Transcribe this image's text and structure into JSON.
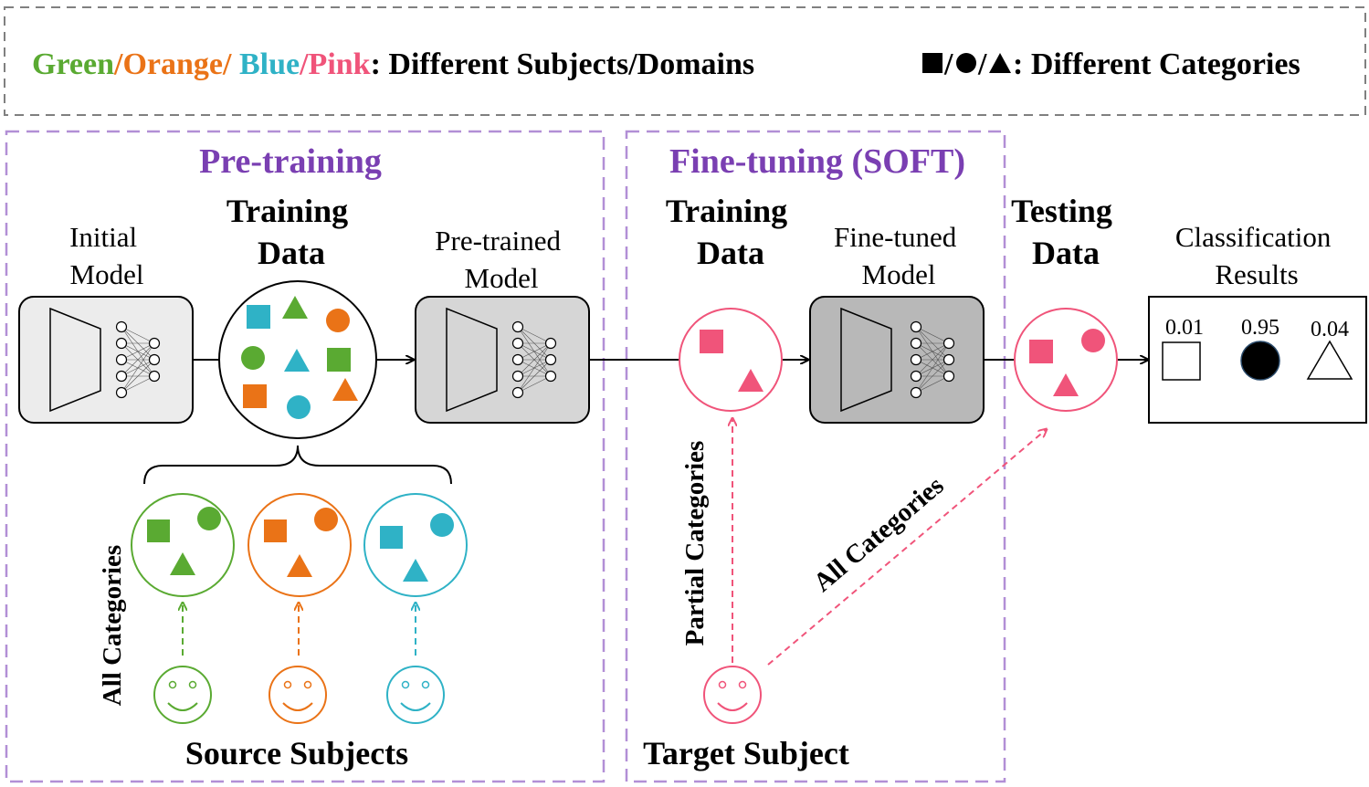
{
  "legend": {
    "green": "Green",
    "slash1": "/",
    "orange": "Orange",
    "slash2": "/ ",
    "blue": "Blue",
    "slash3": "/",
    "pink": "Pink",
    "subjects_text": ": Different Subjects/Domains",
    "shapes_sep1": "/",
    "shapes_sep2": "/",
    "categories_text": ": Different Categories"
  },
  "pretraining": {
    "title": "Pre-training",
    "initial_model": [
      "Initial",
      "Model"
    ],
    "training_data": [
      "Training",
      "Data"
    ],
    "pretrained_model": [
      "Pre-trained",
      "Model"
    ],
    "all_categories": "All Categories",
    "source_subjects": "Source Subjects"
  },
  "finetuning": {
    "title": "Fine-tuning (SOFT)",
    "training_data": [
      "Training",
      "Data"
    ],
    "finetuned_model": [
      "Fine-tuned",
      "Model"
    ],
    "partial_categories": "Partial Categories",
    "all_categories": "All Categories",
    "target_subject": "Target Subject"
  },
  "testing": {
    "testing_data": [
      "Testing",
      "Data"
    ],
    "classification_results": [
      "Classification",
      "Results"
    ],
    "scores": [
      "0.01",
      "0.95",
      "0.04"
    ]
  },
  "colors": {
    "green": "#5aaa32",
    "orange": "#ea7317",
    "blue": "#2fb2c6",
    "pink": "#f0547a",
    "purple": "#7a3fb2",
    "frame_purple": "#b28fd6",
    "gray_dash": "#808080",
    "model_light": "#ececec",
    "model_mid": "#d6d6d6",
    "model_dark": "#b8b8b8"
  }
}
